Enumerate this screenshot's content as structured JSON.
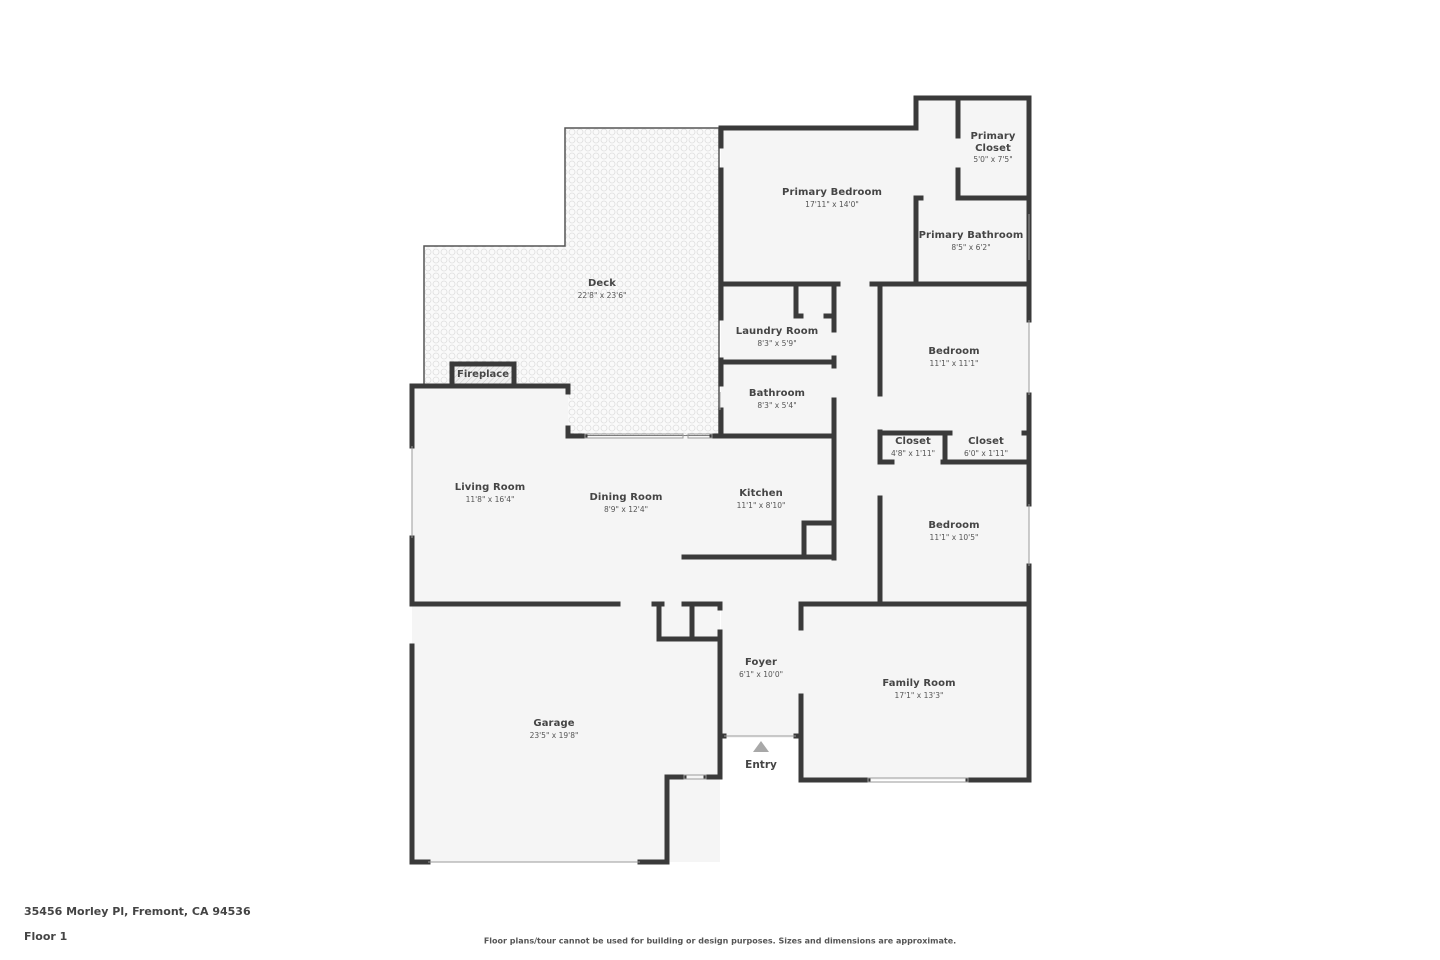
{
  "plan": {
    "address": "35456 Morley Pl, Fremont, CA 94536",
    "floor_label": "Floor 1",
    "disclaimer": "Floor plans/tour cannot be used for building or design purposes. Sizes and dimensions are approximate.",
    "entry_label": "Entry",
    "fireplace_label": "Fireplace",
    "colors": {
      "wall": "#3a3a3a",
      "floor": "#f5f5f5",
      "deck_pattern": "#e2e2e2",
      "background": "#ffffff"
    }
  },
  "rooms": [
    {
      "name": "Deck",
      "dims": "22'8\" x 23'6\""
    },
    {
      "name": "Primary Bedroom",
      "dims": "17'11\" x 14'0\""
    },
    {
      "name": "Primary Closet",
      "dims": "5'0\" x 7'5\""
    },
    {
      "name": "Primary Bathroom",
      "dims": "8'5\" x 6'2\""
    },
    {
      "name": "Laundry Room",
      "dims": "8'3\" x 5'9\""
    },
    {
      "name": "Bathroom",
      "dims": "8'3\" x 5'4\""
    },
    {
      "name": "Bedroom",
      "dims": "11'1\" x 11'1\""
    },
    {
      "name": "Closet",
      "dims": "4'8\" x 1'11\""
    },
    {
      "name": "Closet",
      "dims": "6'0\" x 1'11\""
    },
    {
      "name": "Living Room",
      "dims": "11'8\" x 16'4\""
    },
    {
      "name": "Dining Room",
      "dims": "8'9\" x 12'4\""
    },
    {
      "name": "Kitchen",
      "dims": "11'1\" x 8'10\""
    },
    {
      "name": "Bedroom",
      "dims": "11'1\" x 10'5\""
    },
    {
      "name": "Foyer",
      "dims": "6'1\" x 10'0\""
    },
    {
      "name": "Family Room",
      "dims": "17'1\" x 13'3\""
    },
    {
      "name": "Garage",
      "dims": "23'5\" x 19'8\""
    }
  ]
}
